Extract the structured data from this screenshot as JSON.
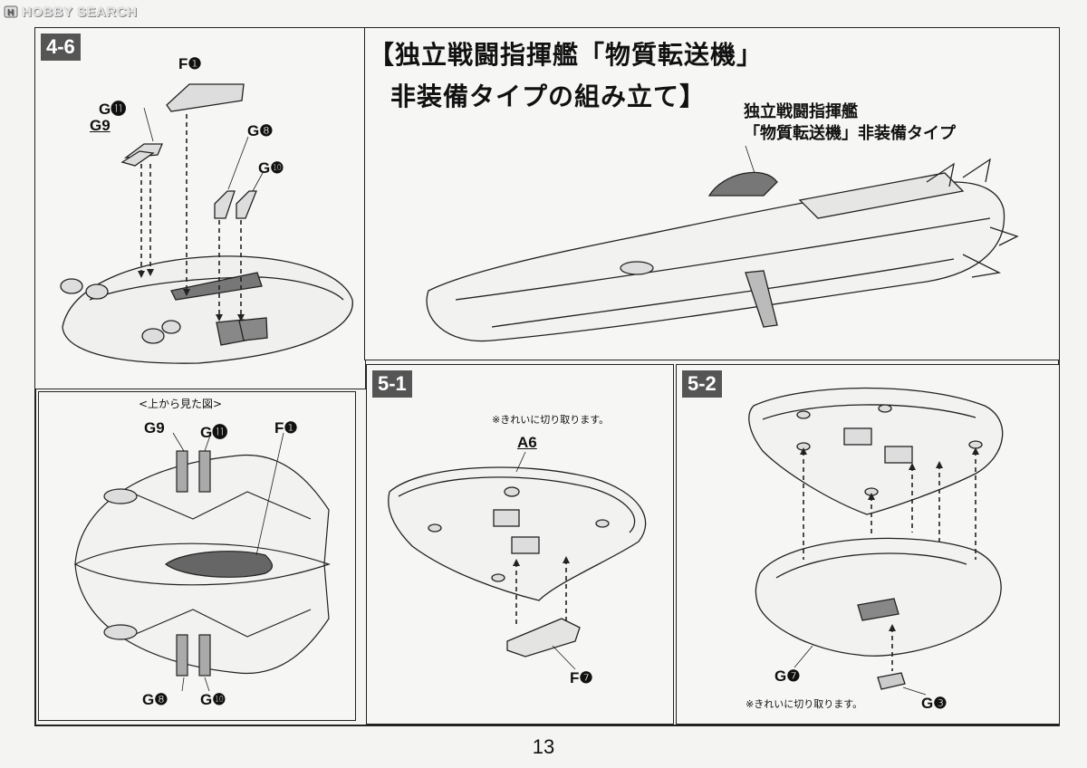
{
  "watermark": {
    "text": "HOBBY SEARCH",
    "logo_icon": "hobby-search-logo"
  },
  "page_number": "13",
  "panels": {
    "p4_6": {
      "step": "4-6",
      "labels": {
        "f1": "F❶",
        "g11": "G⓫",
        "g9": "G9",
        "g8": "G❽",
        "g10": "G❿"
      }
    },
    "top_view": {
      "caption": "<上から見た図>",
      "labels": {
        "g9": "G9",
        "g11": "G⓫",
        "f1": "F❶",
        "g8": "G❽",
        "g10": "G❿"
      }
    },
    "main": {
      "title_line1": "【独立戦闘指揮艦「物質転送機」",
      "title_line2": "非装備タイプの組み立て】",
      "caption_line1": "独立戦闘指揮艦",
      "caption_line2": "「物質転送機」非装備タイプ"
    },
    "p5_1": {
      "step": "5-1",
      "note": "※きれいに切り取ります。",
      "labels": {
        "a6": "A6",
        "f7": "F❼"
      }
    },
    "p5_2": {
      "step": "5-2",
      "note": "※きれいに切り取ります。",
      "labels": {
        "g7": "G❼",
        "g3": "G❸"
      }
    }
  },
  "colors": {
    "frame": "#222222",
    "step_badge": "#555555",
    "paper": "#f4f4f2"
  }
}
